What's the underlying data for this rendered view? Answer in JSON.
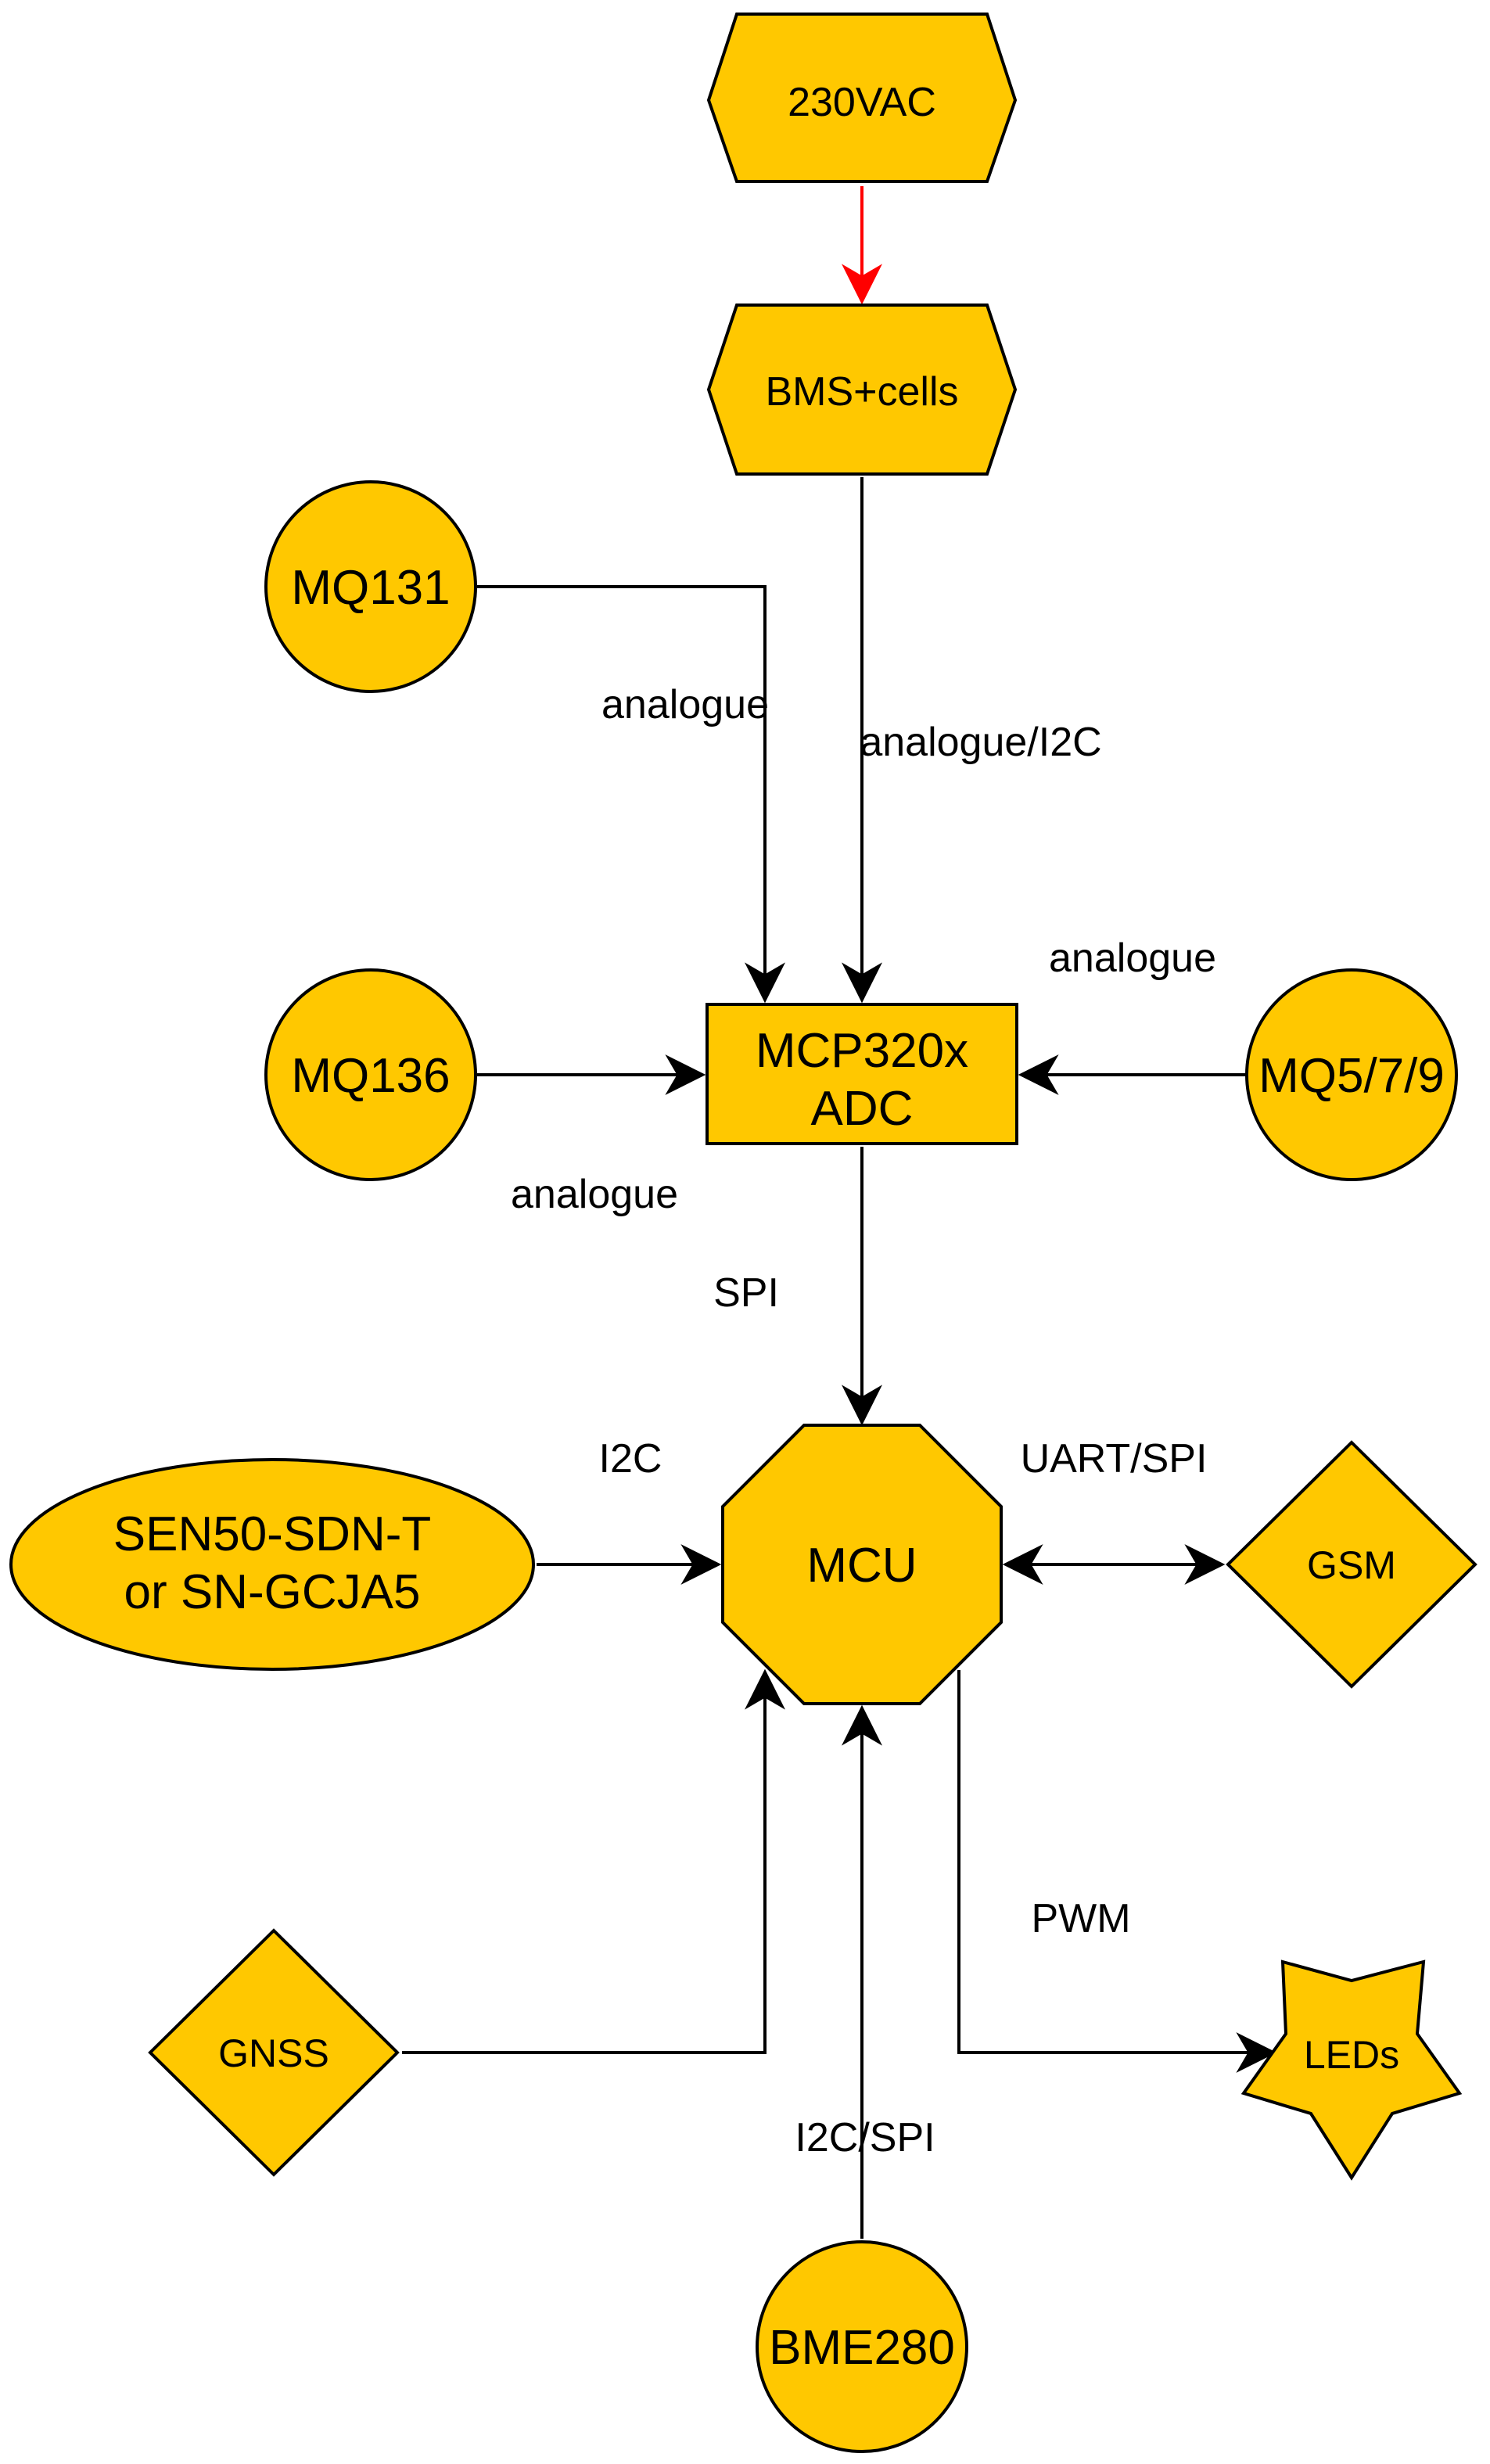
{
  "diagram": {
    "nodes": {
      "ac_supply": "230VAC",
      "bms": "BMS+cells",
      "mq131": "MQ131",
      "mq136": "MQ136",
      "mq579": "MQ5/7/9",
      "adc_line1": "MCP320x",
      "adc_line2": "ADC",
      "mcu": "MCU",
      "sen_line1": "SEN50-SDN-T",
      "sen_line2": "or SN-GCJA5",
      "gsm": "GSM",
      "gnss": "GNSS",
      "leds": "LEDs",
      "bme280": "BME280"
    },
    "edge_labels": {
      "mq131_adc": "analogue",
      "bms_adc": "analogue/I2C",
      "mq579_adc": "analogue",
      "mq136_adc": "analogue",
      "adc_mcu": "SPI",
      "sen_mcu": "I2C",
      "mcu_gsm": "UART/SPI",
      "mcu_leds": "PWM",
      "bme_mcu": "I2C/SPI"
    },
    "colors": {
      "node_fill": "#FFC800",
      "stroke": "#000000",
      "power_edge": "#FF0000"
    }
  }
}
